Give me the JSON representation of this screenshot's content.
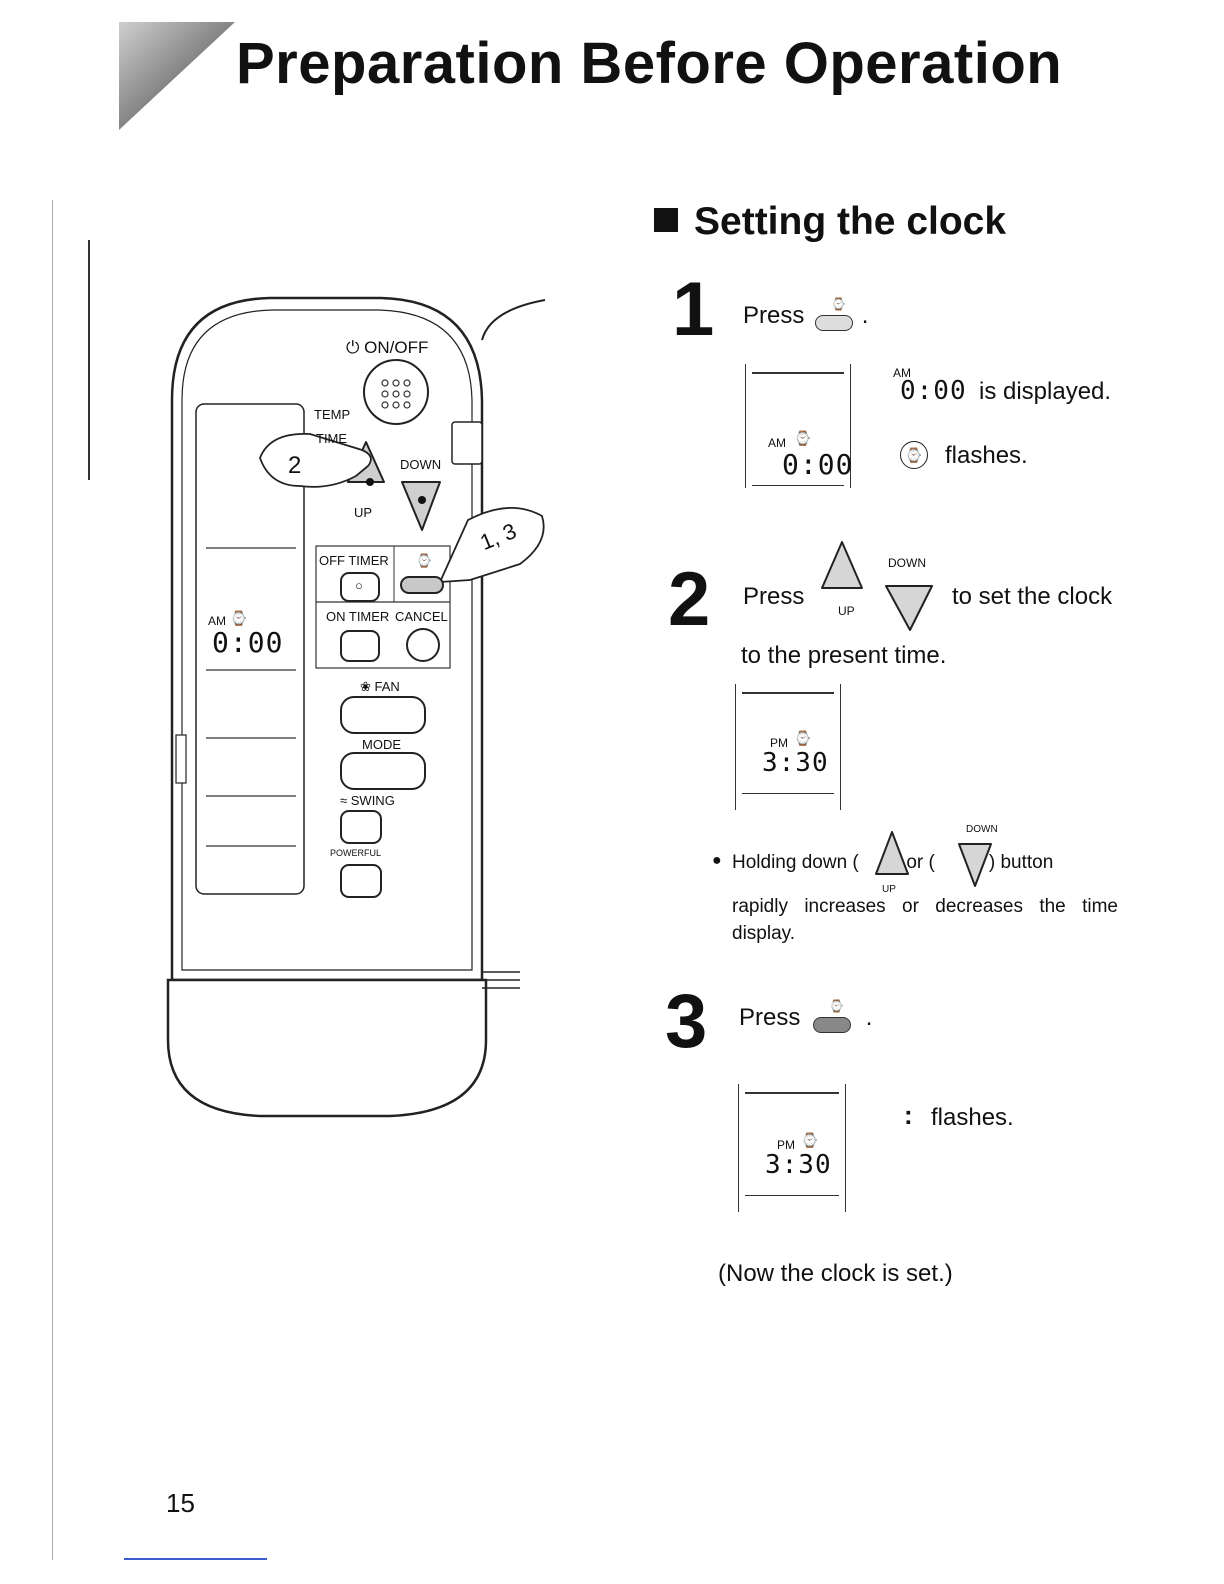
{
  "header": {
    "title": "Preparation Before Operation"
  },
  "section": {
    "title": "Setting the clock"
  },
  "remote": {
    "on_off": "ON/OFF",
    "temp": "TEMP",
    "time": "TIME",
    "down": "DOWN",
    "up": "UP",
    "off_timer": "OFF TIMER",
    "on_timer": "ON TIMER",
    "cancel": "CANCEL",
    "fan": "FAN",
    "mode": "MODE",
    "swing": "SWING",
    "powerful": "POWERFUL",
    "display_am": "AM",
    "display_time": "0:00",
    "callout_2": "2",
    "callout_13": "1, 3"
  },
  "steps": [
    {
      "number": "1",
      "press": "Press",
      "display_am": "AM",
      "display_time": "0:00",
      "note_time": "0:00",
      "note_am": "AM",
      "note1": "is displayed.",
      "note2": "flashes."
    },
    {
      "number": "2",
      "press": "Press",
      "down": "DOWN",
      "up": "UP",
      "text_after": "to set the clock",
      "text_line2": "to the present time.",
      "display_pm": "PM",
      "display_time": "3:30",
      "bullet_a": "Holding down (",
      "bullet_b": ") or (",
      "bullet_c": ") button",
      "bullet_down": "DOWN",
      "bullet_up": "UP",
      "bullet_line2": "rapidly increases or decreases the time display."
    },
    {
      "number": "3",
      "press": "Press",
      "display_pm": "PM",
      "display_time": "3:30",
      "colon": ":",
      "note": "flashes."
    }
  ],
  "footer": {
    "done": "(Now the clock is set.)",
    "page_number": "15"
  }
}
